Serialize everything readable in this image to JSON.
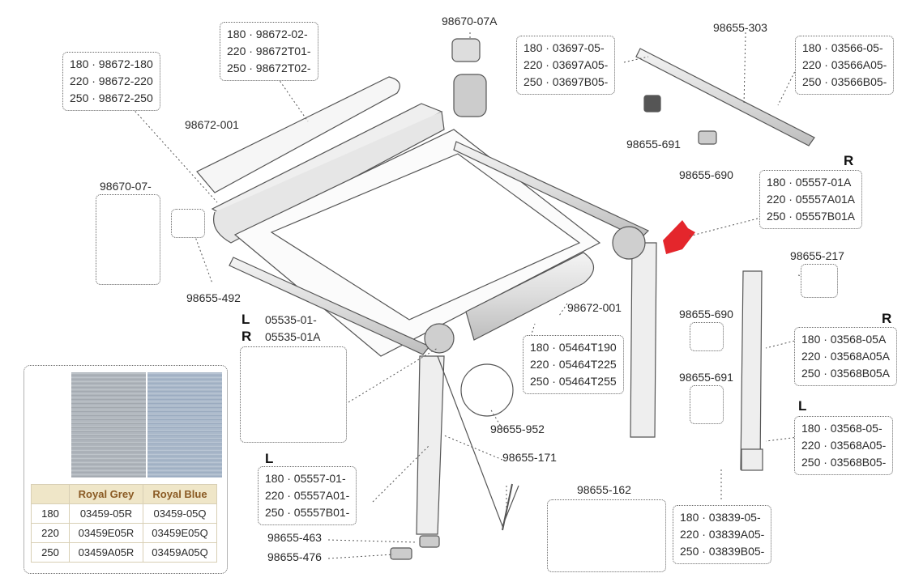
{
  "callouts": {
    "front_profile": [
      "180 · 98672-02-",
      "220 · 98672T01-",
      "250 · 98672T02-"
    ],
    "cassette": [
      "180 · 98672-180",
      "220 · 98672-220",
      "250 · 98672-250"
    ],
    "end_cap_r_bracket": "98670-07A",
    "roller_profile": [
      "180 · 03697-05-",
      "220 · 03697A05-",
      "250 · 03697B05-"
    ],
    "top_rail_part": "98655-303",
    "rafter_arm": [
      "180 · 03566-05-",
      "220 · 03566A05-",
      "250 · 03566B05-"
    ],
    "cap_part": "98672-001",
    "end_cap_l": "98670-07-",
    "clip_691_top": "98655-691",
    "clip_690_top": "98655-690",
    "leg_r_side": "R",
    "leg_r_top": [
      "180 · 05557-01A",
      "220 · 05557A01A",
      "250 · 05557B01A"
    ],
    "bracket_492": "98655-492",
    "bracket_217": "98655-217",
    "head_l_side": "L",
    "head_l_code": "05535-01-",
    "head_r_side": "R",
    "head_r_code": "05535-01A",
    "cap_part_2": "98672-001",
    "clip_690_mid": "98655-690",
    "support_r_side": "R",
    "support_r": [
      "180 · 03568-05A",
      "220 · 03568A05A",
      "250 · 03568B05A"
    ],
    "fabric_tube": [
      "180 · 05464T190",
      "220 · 05464T225",
      "250 · 05464T255"
    ],
    "clip_691_mid": "98655-691",
    "support_l_side": "L",
    "support_l": [
      "180 · 03568-05-",
      "220 · 03568A05-",
      "250 · 03568B05-"
    ],
    "pin_952": "98655-952",
    "tie_171": "98655-171",
    "leg_l_side": "L",
    "leg_l": [
      "180 · 05557-01-",
      "220 · 05557A01-",
      "250 · 05557B01-"
    ],
    "tie_kit_162": "98655-162",
    "foot_463": "98655-463",
    "foot_476": "98655-476",
    "foot_plate": [
      "180 · 03839-05-",
      "220 · 03839A05-",
      "250 · 03839B05-"
    ]
  },
  "fabric_table": {
    "headers": [
      "",
      "Royal Grey",
      "Royal Blue"
    ],
    "rows": [
      [
        "180",
        "03459-05R",
        "03459-05Q"
      ],
      [
        "220",
        "03459E05R",
        "03459E05Q"
      ],
      [
        "250",
        "03459A05R",
        "03459A05Q"
      ]
    ]
  },
  "colors": {
    "accent_arrow": "#e4262c",
    "royal_grey": "#a7adb3",
    "royal_blue": "#9fb0c4",
    "table_header_bg": "#efe6c8",
    "table_header_text": "#8a5a23"
  }
}
